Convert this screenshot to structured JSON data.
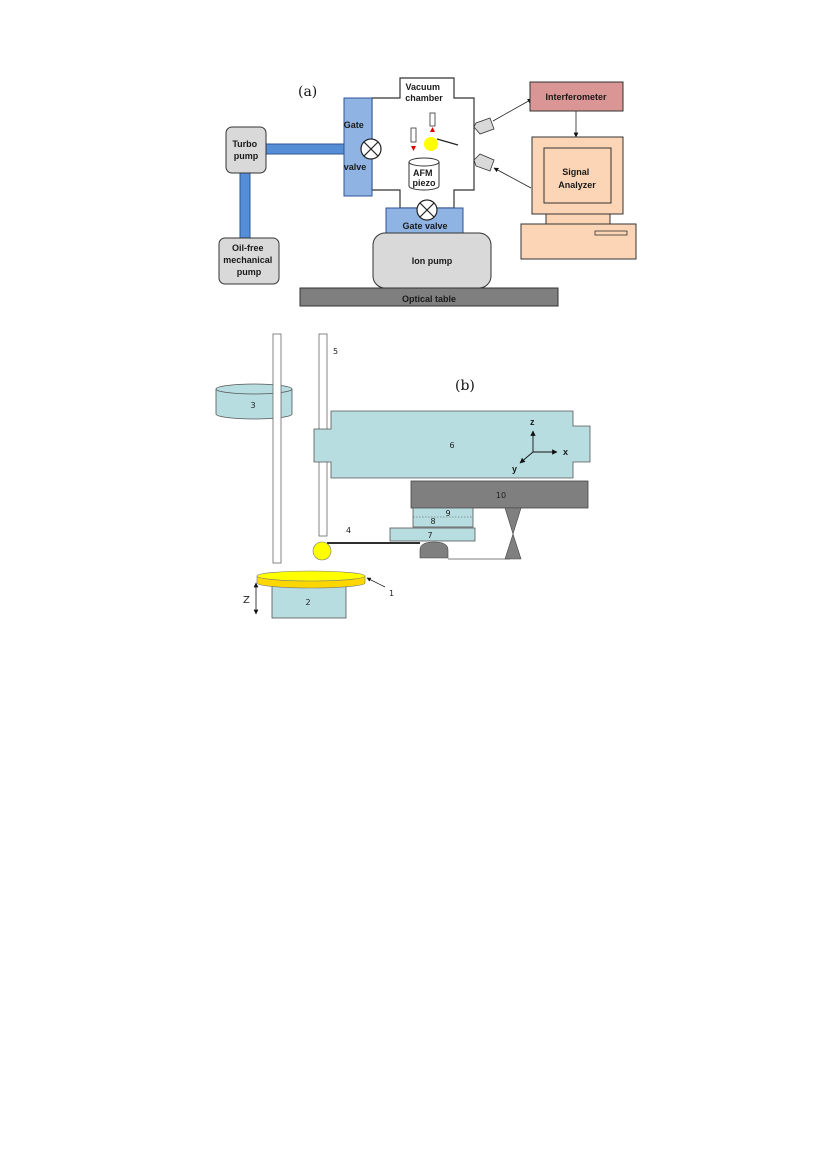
{
  "panel_a": {
    "caption": "(a)",
    "vacuum_chamber": [
      "Vacuum",
      "chamber"
    ],
    "gate_valve_left": [
      "Gate",
      "valve"
    ],
    "turbo_pump": [
      "Turbo",
      "pump"
    ],
    "mechanical_pump": [
      "Oil-free",
      "mechanical",
      "pump"
    ],
    "afm_piezo": [
      "AFM",
      "piezo"
    ],
    "gate_valve_bottom": "Gate valve",
    "ion_pump": "Ion pump",
    "optical_table": "Optical table",
    "interferometer": "Interferometer",
    "signal_analyzer": [
      "Signal",
      "Analyzer"
    ]
  },
  "panel_b": {
    "caption": "(b)",
    "labels": {
      "n1": "1",
      "n2": "2",
      "n3": "3",
      "n4": "4",
      "n5": "5",
      "n6": "6",
      "n7": "7",
      "n8": "8",
      "n9": "9",
      "n10": "10"
    },
    "axes": {
      "z": "z",
      "x": "x",
      "y": "y"
    },
    "z_motion": "Z"
  },
  "colors": {
    "blue": "#8fb4e3",
    "pump_gray": "#d9d9d9",
    "dark_gray": "#7f7f7f",
    "pink": "#d99694",
    "peach": "#fbd5b5",
    "cyan": "#b7dde1",
    "yellow": "#ffff00",
    "gold": "#ffd700",
    "red": "#e00000"
  }
}
